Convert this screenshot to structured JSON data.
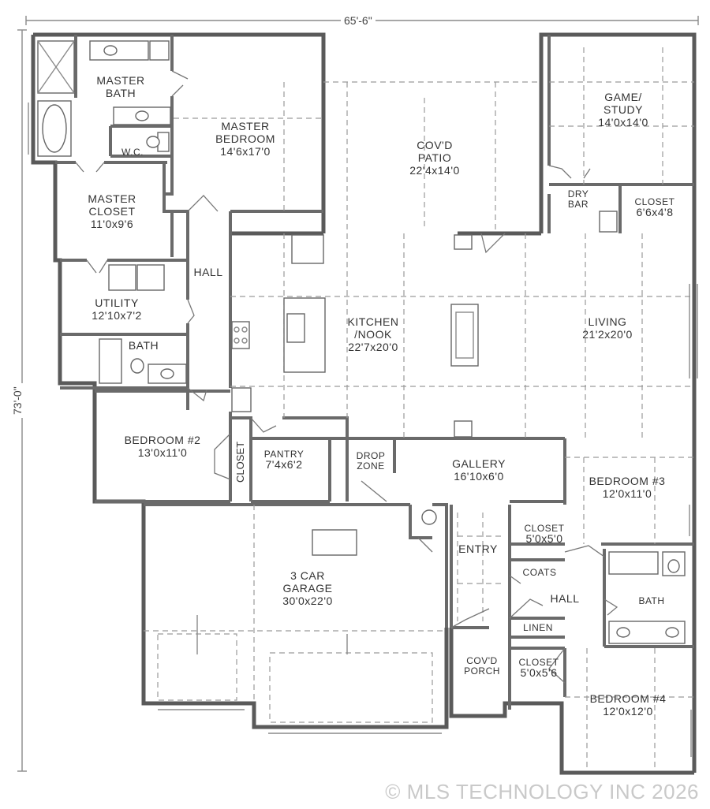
{
  "dimensions": {
    "width_label": "65'-6\"",
    "depth_label": "73'-0\""
  },
  "rooms": [
    {
      "key": "master_bath",
      "name": "MASTER\nBATH",
      "dim": ""
    },
    {
      "key": "master_bedroom",
      "name": "MASTER\nBEDROOM",
      "dim": "14'6x17'0"
    },
    {
      "key": "wc",
      "name": "W.C.",
      "dim": ""
    },
    {
      "key": "covd_patio",
      "name": "COV'D\nPATIO",
      "dim": "22'4x14'0"
    },
    {
      "key": "game_study",
      "name": "GAME/\nSTUDY",
      "dim": "14'0x14'0"
    },
    {
      "key": "dry_bar",
      "name": "DRY\nBAR",
      "dim": ""
    },
    {
      "key": "closet_game",
      "name": "CLOSET",
      "dim": "6'6x4'8"
    },
    {
      "key": "master_closet",
      "name": "MASTER\nCLOSET",
      "dim": "11'0x9'6"
    },
    {
      "key": "hall_top",
      "name": "HALL",
      "dim": ""
    },
    {
      "key": "utility",
      "name": "UTILITY",
      "dim": "12'10x7'2"
    },
    {
      "key": "kitchen",
      "name": "KITCHEN\n/NOOK",
      "dim": "22'7x20'0"
    },
    {
      "key": "living",
      "name": "LIVING",
      "dim": "21'2x20'0"
    },
    {
      "key": "bath_top",
      "name": "BATH",
      "dim": ""
    },
    {
      "key": "bedroom2",
      "name": "BEDROOM #2",
      "dim": "13'0x11'0"
    },
    {
      "key": "closet_bed2",
      "name": "CLOSET",
      "dim": ""
    },
    {
      "key": "pantry",
      "name": "PANTRY",
      "dim": "7'4x6'2"
    },
    {
      "key": "drop_zone",
      "name": "DROP\nZONE",
      "dim": ""
    },
    {
      "key": "gallery",
      "name": "GALLERY",
      "dim": "16'10x6'0"
    },
    {
      "key": "bedroom3",
      "name": "BEDROOM #3",
      "dim": "12'0x11'0"
    },
    {
      "key": "closet_bed3",
      "name": "CLOSET",
      "dim": "5'0x5'0"
    },
    {
      "key": "entry",
      "name": "ENTRY",
      "dim": ""
    },
    {
      "key": "coats",
      "name": "COATS",
      "dim": ""
    },
    {
      "key": "hall_right",
      "name": "HALL",
      "dim": ""
    },
    {
      "key": "bath_right",
      "name": "BATH",
      "dim": ""
    },
    {
      "key": "linen",
      "name": "LINEN",
      "dim": ""
    },
    {
      "key": "garage",
      "name": "3 CAR\nGARAGE",
      "dim": "30'0x22'0"
    },
    {
      "key": "covd_porch",
      "name": "COV'D\nPORCH",
      "dim": ""
    },
    {
      "key": "closet_bed4",
      "name": "CLOSET",
      "dim": "5'0x5'6"
    },
    {
      "key": "bedroom4",
      "name": "BEDROOM #4",
      "dim": "12'0x12'0"
    }
  ],
  "copyright": "© MLS TECHNOLOGY INC 2026"
}
